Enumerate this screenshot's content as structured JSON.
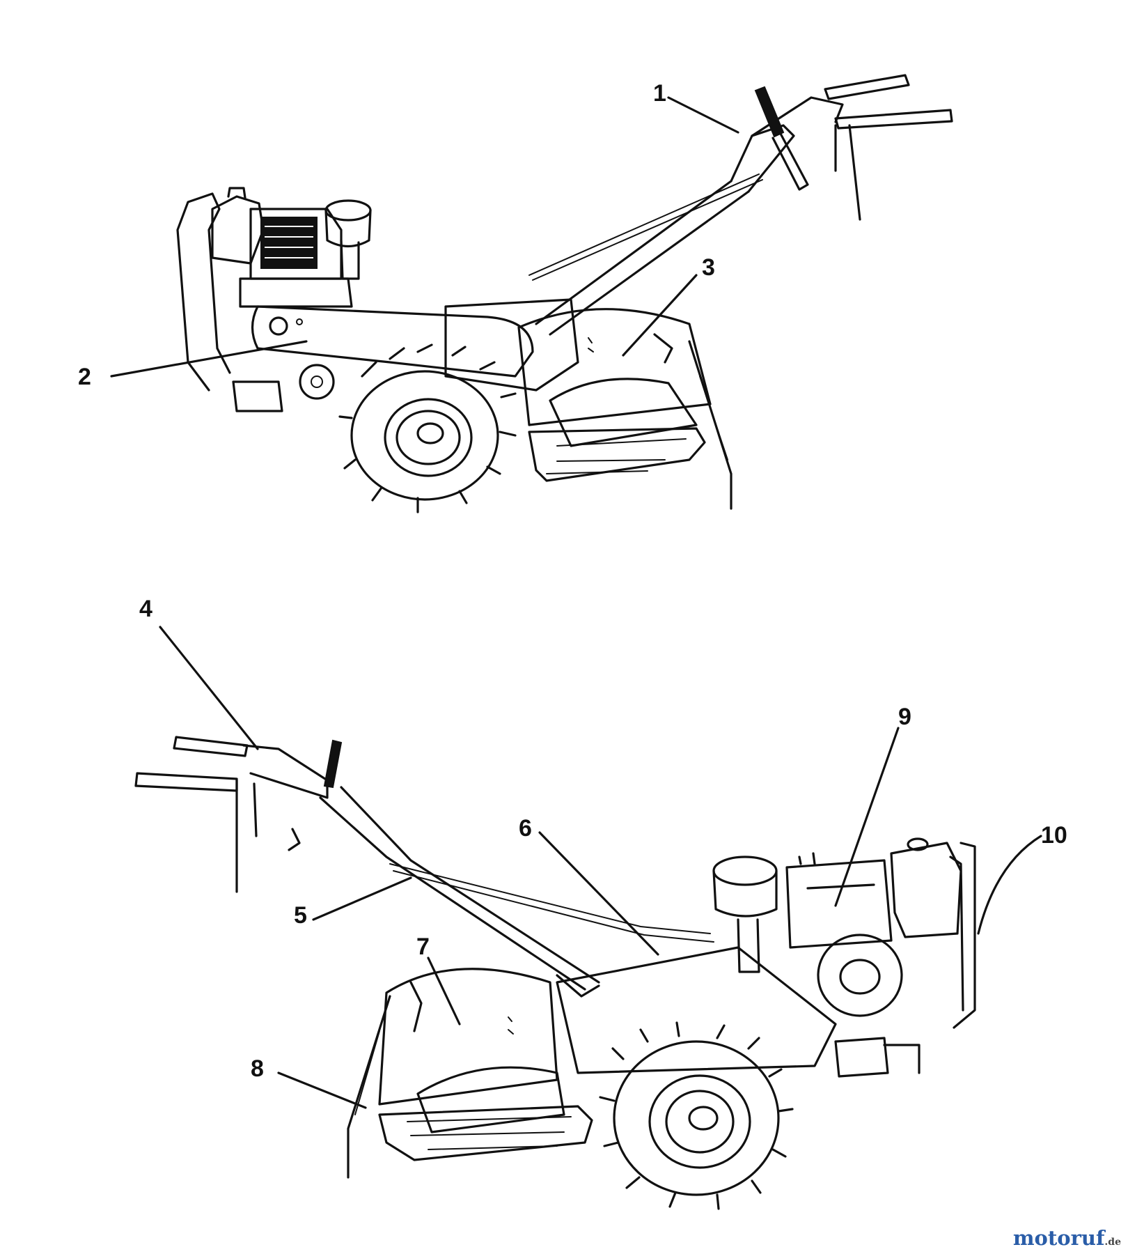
{
  "callouts": [
    {
      "id": "1",
      "label": "1"
    },
    {
      "id": "2",
      "label": "2"
    },
    {
      "id": "3",
      "label": "3"
    },
    {
      "id": "4",
      "label": "4"
    },
    {
      "id": "5",
      "label": "5"
    },
    {
      "id": "6",
      "label": "6"
    },
    {
      "id": "7",
      "label": "7"
    },
    {
      "id": "8",
      "label": "8"
    },
    {
      "id": "9",
      "label": "9"
    },
    {
      "id": "10",
      "label": "10"
    }
  ],
  "watermark": {
    "brand": "motoruf",
    "tld": ".de"
  }
}
